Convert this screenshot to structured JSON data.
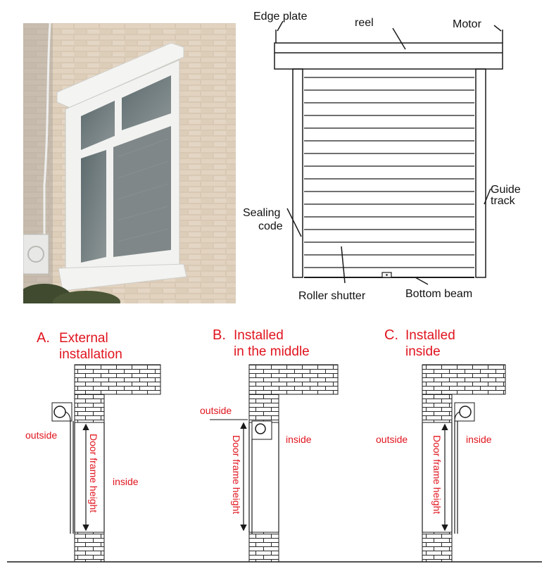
{
  "schematic": {
    "edge_plate": "Edge plate",
    "reel": "reel",
    "motor": "Motor",
    "guide_track_line1": "Guide",
    "guide_track_line2": "track",
    "sealing_code_line1": "Sealing",
    "sealing_code_line2": "code",
    "roller_shutter": "Roller shutter",
    "bottom_beam": "Bottom beam"
  },
  "panels": [
    {
      "letter": "A.",
      "title_line1": "External",
      "title_line2": "installation",
      "outside": "outside",
      "inside": "inside",
      "dimension": "Door frame height"
    },
    {
      "letter": "B.",
      "title_line1": "Installed",
      "title_line2": "in the middle",
      "outside": "outside",
      "inside": "inside",
      "dimension": "Door frame height"
    },
    {
      "letter": "C.",
      "title_line1": "Installed",
      "title_line2": "inside",
      "outside": "outside",
      "inside": "inside",
      "dimension": "Door frame height"
    }
  ],
  "colors": {
    "accent_red": "#e0141e",
    "line": "#1a1a1a"
  }
}
